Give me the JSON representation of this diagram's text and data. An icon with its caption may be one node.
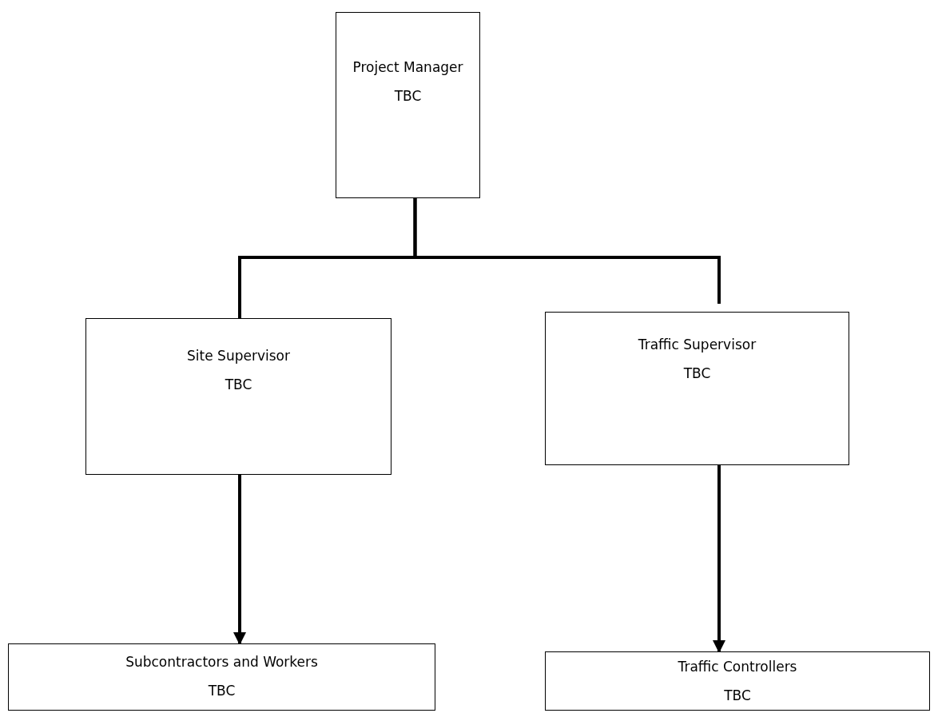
{
  "diagram": {
    "nodes": [
      {
        "text": [
          "Project Manager",
          "TBC"
        ]
      },
      {
        "text": [
          "Site Supervisor",
          "TBC"
        ]
      },
      {
        "text": [
          "Traffic Supervisor",
          "TBC"
        ]
      },
      {
        "text": [
          "Subcontractors and Workers",
          "TBC"
        ]
      },
      {
        "text": [
          "Traffic Controllers",
          "TBC"
        ]
      }
    ],
    "edges": [
      {
        "from": 0,
        "to": 1,
        "arrow": "none"
      },
      {
        "from": 0,
        "to": 2,
        "arrow": "none"
      },
      {
        "from": 1,
        "to": 3,
        "arrow": "to"
      },
      {
        "from": 2,
        "to": 4,
        "arrow": "to"
      }
    ]
  }
}
